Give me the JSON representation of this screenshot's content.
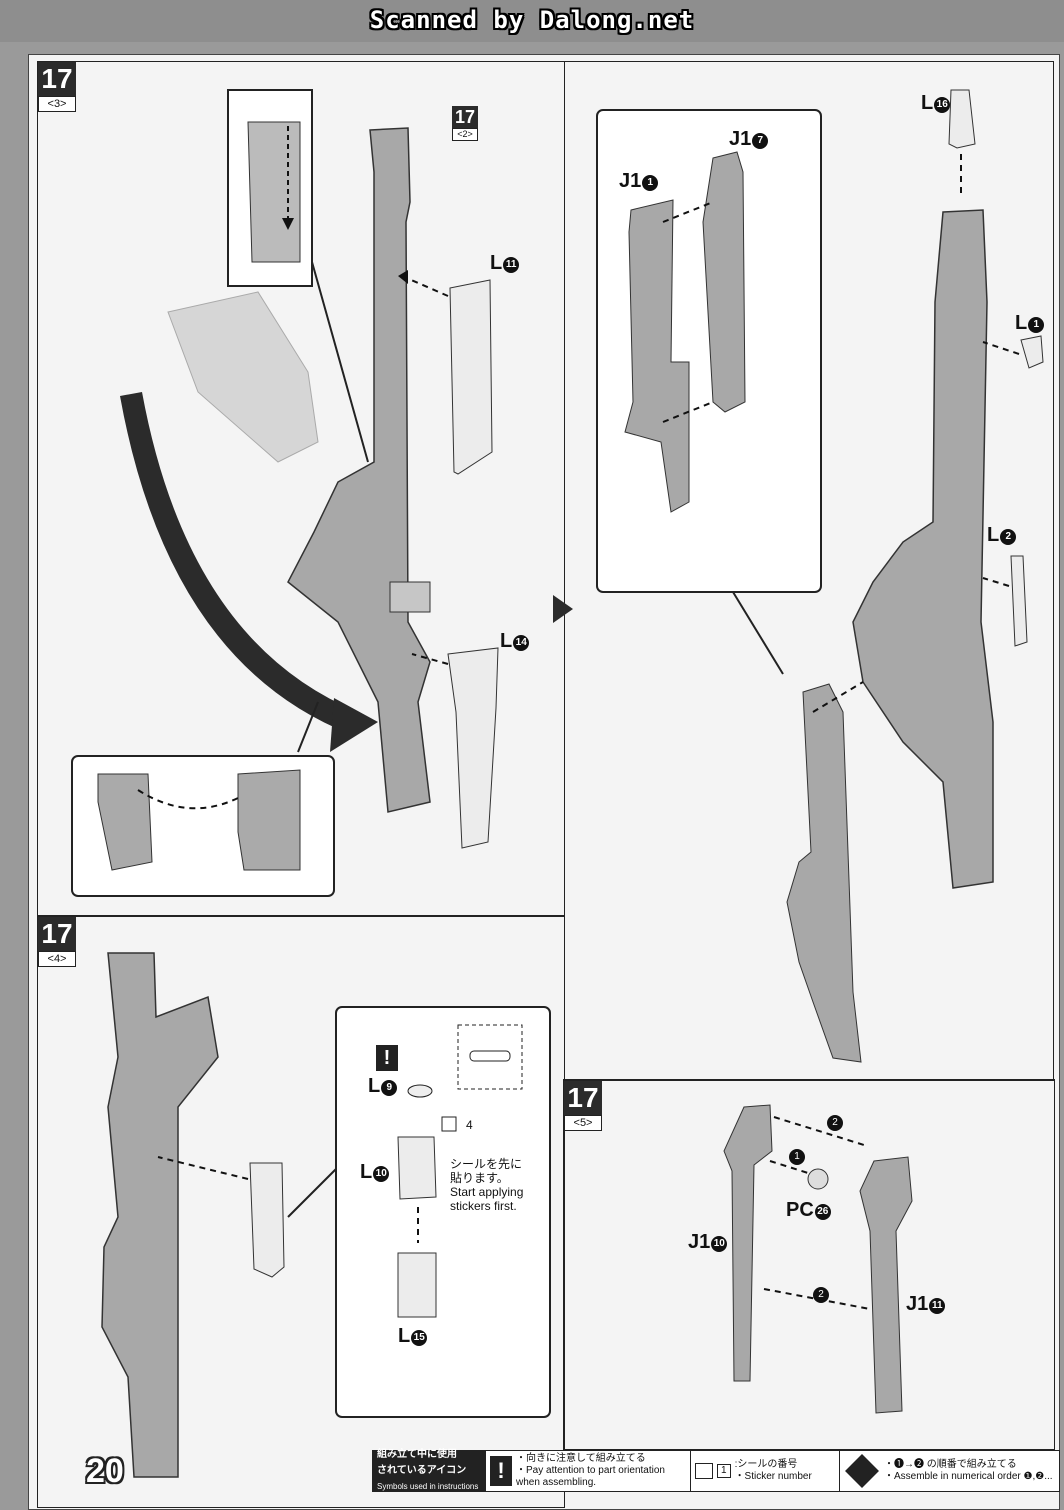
{
  "header": {
    "scan_credit": "Scanned by Dalong.net"
  },
  "steps": [
    {
      "number": "17",
      "sub": "<3>"
    },
    {
      "number": "17",
      "sub": "<4>"
    },
    {
      "number": "17",
      "sub": "<5>"
    }
  ],
  "callout_ref": {
    "number": "17",
    "sub": "<2>"
  },
  "parts": {
    "l11": {
      "letter": "L",
      "num": "11"
    },
    "l14": {
      "letter": "L",
      "num": "14"
    },
    "j1_1": {
      "letter": "J1",
      "num": "1"
    },
    "j1_7": {
      "letter": "J1",
      "num": "7"
    },
    "l16": {
      "letter": "L",
      "num": "16"
    },
    "l1": {
      "letter": "L",
      "num": "1"
    },
    "l2": {
      "letter": "L",
      "num": "2"
    },
    "l9": {
      "letter": "L",
      "num": "9"
    },
    "l10": {
      "letter": "L",
      "num": "10"
    },
    "l15": {
      "letter": "L",
      "num": "15"
    },
    "pc26": {
      "letter": "PC",
      "num": "26"
    },
    "j1_10": {
      "letter": "J1",
      "num": "10"
    },
    "j1_11": {
      "letter": "J1",
      "num": "11"
    }
  },
  "sticker_note": {
    "jp": "シールを先に",
    "jp2": "貼ります。",
    "en": "Start applying",
    "en2": "stickers first.",
    "sticker_number": "4"
  },
  "order": {
    "one": "1",
    "two": "2"
  },
  "page_number": "20",
  "legend": {
    "title_jp1": "組み立て中に使用",
    "title_jp2": "されているアイコン",
    "title_en": "Symbols used in instructions",
    "attention_jp": "・向きに注意して組み立てる",
    "attention_en1": "・Pay attention to part orientation",
    "attention_en2": "when assembling.",
    "sticker_box": "1",
    "sticker_jp": ":シールの番号",
    "sticker_en": "・Sticker number",
    "order_jp": "・❶→❷ の順番で組み立てる",
    "order_en": "・Assemble in numerical order ❶,❷..."
  }
}
